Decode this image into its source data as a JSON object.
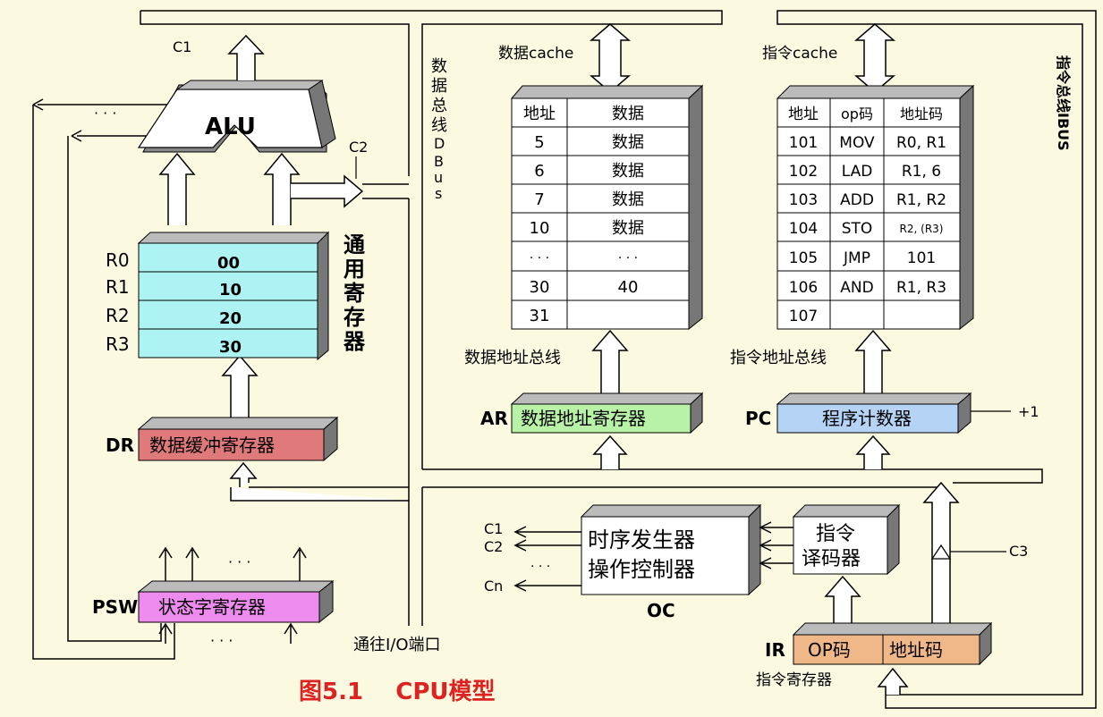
{
  "colors": {
    "background": "#fcf9e1",
    "register_cyan": "#aef3f3",
    "dr_red": "#e07a7a",
    "ar_green": "#b8f2a6",
    "pc_blue": "#b5d3f5",
    "psw_purple": "#ee8bee",
    "ir_orange": "#f0b888",
    "caption_red": "#d22222"
  },
  "alu": {
    "label": "ALU",
    "c1": "C1",
    "c2": "C2",
    "dots": "· · ·"
  },
  "registers": {
    "title_chars": [
      "通",
      "用",
      "寄",
      "存",
      "器"
    ],
    "rows": [
      {
        "name": "R0",
        "value": "00"
      },
      {
        "name": "R1",
        "value": "10"
      },
      {
        "name": "R2",
        "value": "20"
      },
      {
        "name": "R3",
        "value": "30"
      }
    ]
  },
  "dr": {
    "name": "DR",
    "label": "数据缓冲寄存器"
  },
  "psw": {
    "name": "PSW",
    "label": "状态字寄存器",
    "dots_top": "· · ·",
    "dots_bottom": "· · ·"
  },
  "dbus_chars": [
    "数",
    "据",
    "总",
    "线",
    "D",
    "B",
    "u",
    "s"
  ],
  "io_label": "通往I/O端口",
  "data_cache": {
    "label": "数据cache",
    "headers": [
      "地址",
      "数据"
    ],
    "rows": [
      [
        "5",
        "数据"
      ],
      [
        "6",
        "数据"
      ],
      [
        "7",
        "数据"
      ],
      [
        "10",
        "数据"
      ],
      [
        "· · ·",
        "· · ·"
      ],
      [
        "30",
        "40"
      ],
      [
        "31",
        ""
      ]
    ],
    "bus_label": "数据地址总线"
  },
  "ar": {
    "name": "AR",
    "label": "数据地址寄存器"
  },
  "instr_cache": {
    "label": "指令cache",
    "headers": [
      "地址",
      "op码",
      "地址码"
    ],
    "rows": [
      [
        "101",
        "MOV",
        "R0, R1"
      ],
      [
        "102",
        "LAD",
        "R1, 6"
      ],
      [
        "103",
        "ADD",
        "R1, R2"
      ],
      [
        "104",
        "STO",
        "R2, (R3)"
      ],
      [
        "105",
        "JMP",
        "101"
      ],
      [
        "106",
        "AND",
        "R1, R3"
      ],
      [
        "107",
        "",
        ""
      ]
    ],
    "bus_label": "指令地址总线"
  },
  "pc": {
    "name": "PC",
    "label": "程序计数器",
    "inc": "+1"
  },
  "ibus_label": "指令总线IBUS",
  "oc": {
    "line1": "时序发生器",
    "line2": "操作控制器",
    "name": "OC",
    "outputs": [
      "C1",
      "C2",
      "· · ·",
      "Cn"
    ]
  },
  "decoder": {
    "line1": "指令",
    "line2": "译码器"
  },
  "c3": "C3",
  "ir": {
    "name": "IR",
    "op": "OP码",
    "addr": "地址码",
    "caption": "指令寄存器"
  },
  "caption": "图5.1    CPU模型"
}
